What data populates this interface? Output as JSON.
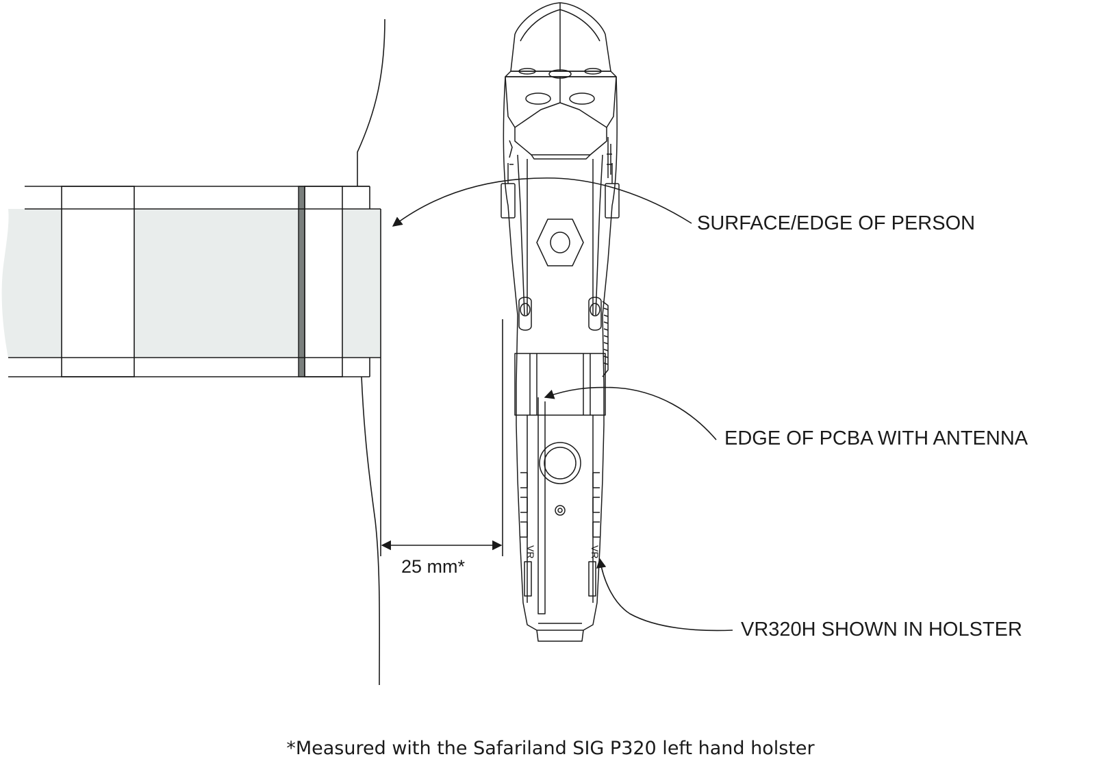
{
  "labels": {
    "surface_edge": "SURFACE/EDGE OF PERSON",
    "pcba_edge": "EDGE OF PCBA WITH ANTENNA",
    "holster": "VR320H SHOWN IN HOLSTER",
    "dimension": "25 mm*",
    "footnote": "*Measured with the Safariland SIG P320 left hand holster",
    "device_mark": "VR"
  },
  "colors": {
    "line": "#1a1a1a",
    "belt_fill": "#e9edec",
    "strap_dark": "#7a7f7d"
  }
}
